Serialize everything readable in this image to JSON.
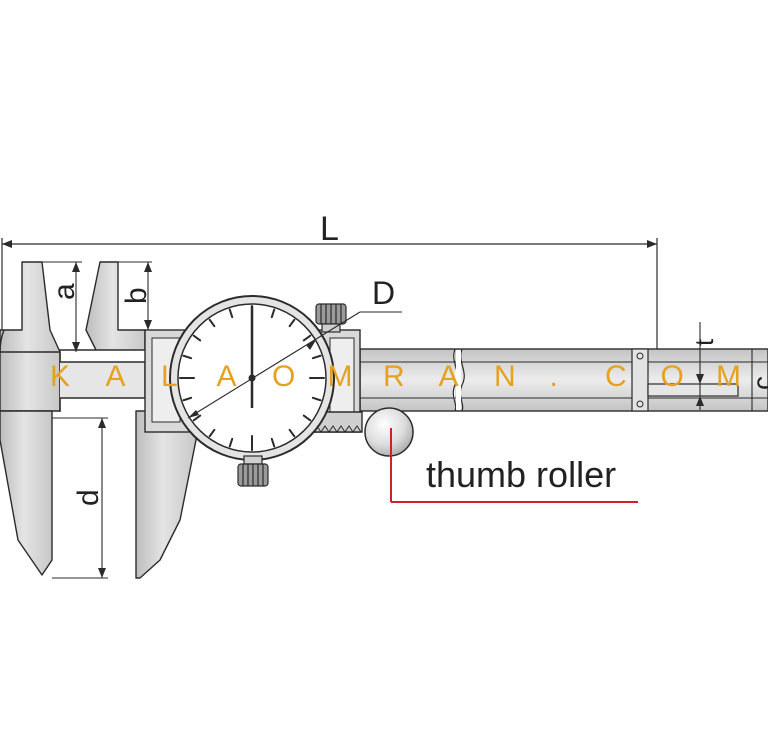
{
  "diagram": {
    "labels": {
      "L": "L",
      "a": "a",
      "b": "b",
      "D": "D",
      "t": "t",
      "c": "c",
      "d": "d",
      "thumb_roller": "thumb roller"
    },
    "watermark_letters": [
      "K",
      "A",
      "L",
      "A",
      "O",
      "M",
      "R",
      "A",
      "N",
      ".",
      "C",
      "O",
      "M"
    ],
    "colors": {
      "line": "#2b2b2b",
      "body_fill": "#d2d2d2",
      "body_light": "#e6e6e6",
      "leader_red": "#d0202a",
      "watermark": "#e5a21f"
    }
  }
}
